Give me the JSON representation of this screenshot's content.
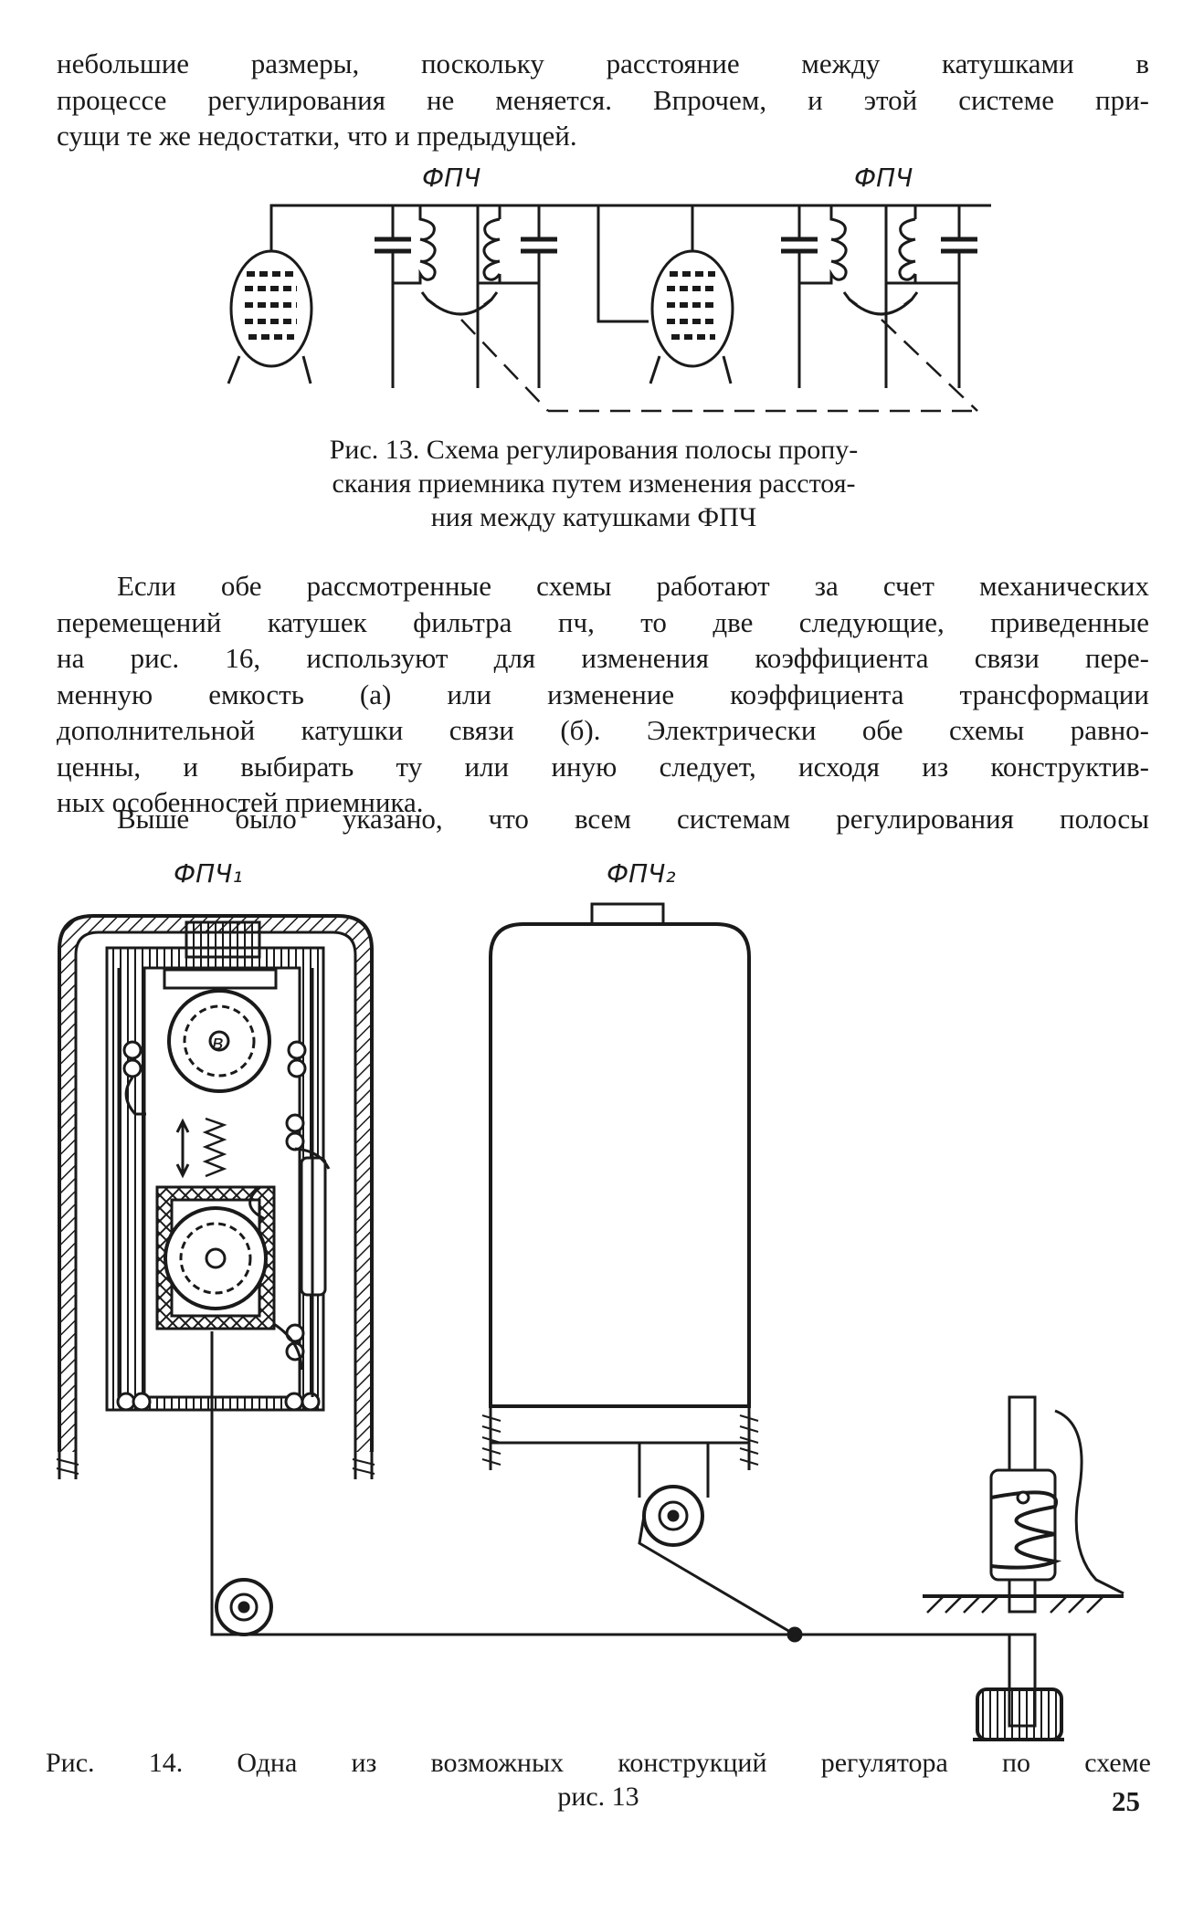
{
  "page": {
    "intro_paragraph": {
      "lines": [
        "небольшие размеры, поскольку расстояние между катушками в",
        "процессе регулирования не меняется. Впрочем, и этой системе при-",
        "сущи те же недостатки, что и предыдущей."
      ]
    },
    "figure13": {
      "label_left": "ФПЧ",
      "label_right": "ФПЧ",
      "caption_lines": [
        "Рис. 13. Схема регулирования полосы пропу-",
        "скания приемника путем изменения расстоя-",
        "ния между катушками ФПЧ"
      ]
    },
    "paragraph2": {
      "lines": [
        "Если обе рассмотренные схемы работают за счет механических",
        "перемещений катушек фильтра пч, то две следующие, приведенные",
        "на рис. 16, используют для изменения коэффициента связи пере-",
        "менную емкость (а) или изменение коэффициента трансформации",
        "дополнительной катушки связи (б). Электрически обе схемы равно-",
        "ценны, и выбирать ту или иную следует, исходя из конструктив-",
        "ных особенностей приемника."
      ]
    },
    "paragraph3": {
      "lines": [
        "Выше было указано, что всем системам регулирования полосы"
      ]
    },
    "figure14": {
      "label_fpch1": "ФПЧ₁",
      "label_fpch2": "ФПЧ₂",
      "marker_b": "в",
      "caption_line1": "Рис. 14. Одна из возможных конструкций регулятора по схеме",
      "caption_line2": "рис. 13"
    },
    "page_number": "25"
  }
}
